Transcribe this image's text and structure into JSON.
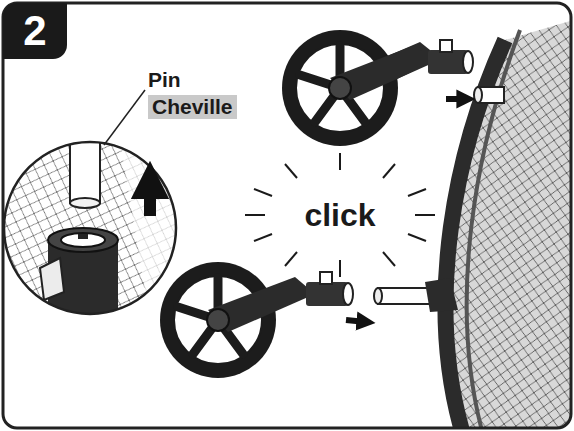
{
  "diagram": {
    "nodes": [
      {
        "text": [
          "2"
        ]
      }
    ],
    "labels": [
      "Pin",
      "Cheville",
      "click"
    ]
  }
}
